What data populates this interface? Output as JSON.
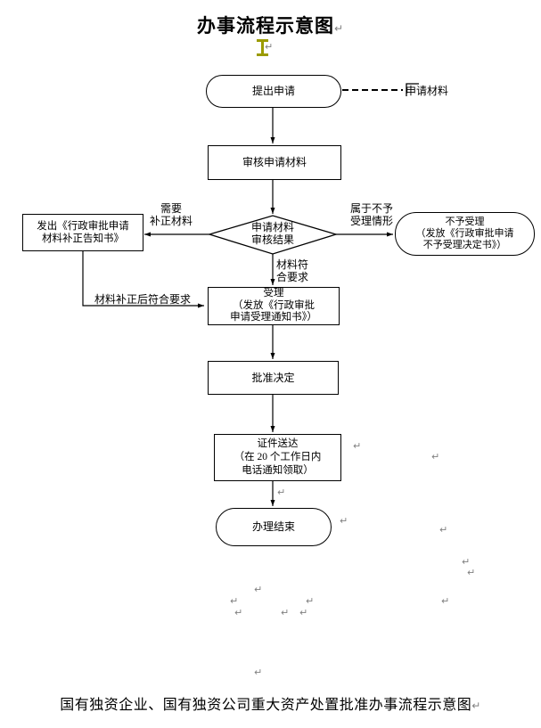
{
  "title": "办事流程示意图",
  "caption": "国有独资企业、国有独资公司重大资产处置批准办事流程示意图",
  "paragraph_mark": "↵",
  "nodes": {
    "start": "提出申请",
    "review": "审核申请材料",
    "decision_line1": "申请材料",
    "decision_line2": "审核结果",
    "correction_line1": "发出《行政审批申请",
    "correction_line2": "材料补正告知书》",
    "reject_line1": "不予受理",
    "reject_line2": "（发放《行政审批申请",
    "reject_line3": "不予受理决定书》）",
    "accept_line1": "受理",
    "accept_line2": "（发放《行政审批",
    "accept_line3": "申请受理通知书》）",
    "approve": "批准决定",
    "deliver_line1": "证件送达",
    "deliver_line2": "（在 20 个工作日内",
    "deliver_line3": "电话通知领取）",
    "end": "办理结束"
  },
  "edge_labels": {
    "materials_callout": "申请材料",
    "need_correction_line1": "需要",
    "need_correction_line2": "补正材料",
    "not_accept_line1": "属于不予",
    "not_accept_line2": "受理情形",
    "meets_req_line1": "材料符",
    "meets_req_line2": "合要求",
    "corrected_meets_req": "材料补正后符合要求"
  },
  "colors": {
    "line": "#000000",
    "paragraph_mark": "#808080",
    "text_cursor": "#9b9b00"
  }
}
